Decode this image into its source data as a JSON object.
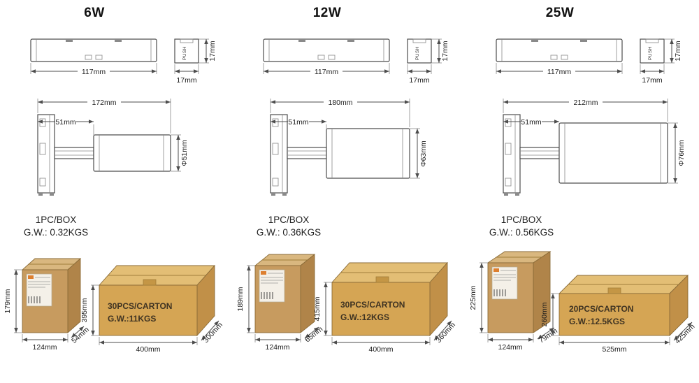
{
  "page": {
    "background": "#ffffff"
  },
  "colors": {
    "line": "#4d4d4d",
    "box_front": "#c79b5f",
    "box_top": "#d9b77f",
    "box_side": "#b08449",
    "carton_front": "#d5a554",
    "carton_top": "#e3be75",
    "carton_side": "#c19048",
    "label_chip": "#dd7f2f"
  },
  "products": [
    {
      "title": "6W",
      "track": {
        "length": "117mm",
        "push_label": "PUSH",
        "side_height": "17mm",
        "side_width": "17mm"
      },
      "lamp": {
        "total_length": "172mm",
        "base_length": "51mm",
        "diameter": "Φ51mm"
      },
      "packing": {
        "per_box": "1PC/BOX",
        "box_weight": "G.W.: 0.32KGS"
      },
      "box": {
        "height": "179mm",
        "width": "124mm",
        "depth": "54mm"
      },
      "carton": {
        "qty": "30PCS/CARTON",
        "weight": "G.W.:11KGS",
        "height": "395mm",
        "width": "400mm",
        "depth": "300mm"
      }
    },
    {
      "title": "12W",
      "track": {
        "length": "117mm",
        "push_label": "PUSH",
        "side_height": "17mm",
        "side_width": "17mm"
      },
      "lamp": {
        "total_length": "180mm",
        "base_length": "51mm",
        "diameter": "Φ63mm"
      },
      "packing": {
        "per_box": "1PC/BOX",
        "box_weight": "G.W.: 0.36KGS"
      },
      "box": {
        "height": "189mm",
        "width": "124mm",
        "depth": "65mm"
      },
      "carton": {
        "qty": "30PCS/CARTON",
        "weight": "G.W.:12KGS",
        "height": "415mm",
        "width": "400mm",
        "depth": "360mm"
      }
    },
    {
      "title": "25W",
      "track": {
        "length": "117mm",
        "push_label": "PUSH",
        "side_height": "17mm",
        "side_width": "17mm"
      },
      "lamp": {
        "total_length": "212mm",
        "base_length": "51mm",
        "diameter": "Φ76mm"
      },
      "packing": {
        "per_box": "1PC/BOX",
        "box_weight": "G.W.: 0.56KGS"
      },
      "box": {
        "height": "225mm",
        "width": "124mm",
        "depth": "79mm"
      },
      "carton": {
        "qty": "20PCS/CARTON",
        "weight": "G.W.:12.5KGS",
        "height": "260mm",
        "width": "525mm",
        "depth": "425mm"
      }
    }
  ]
}
